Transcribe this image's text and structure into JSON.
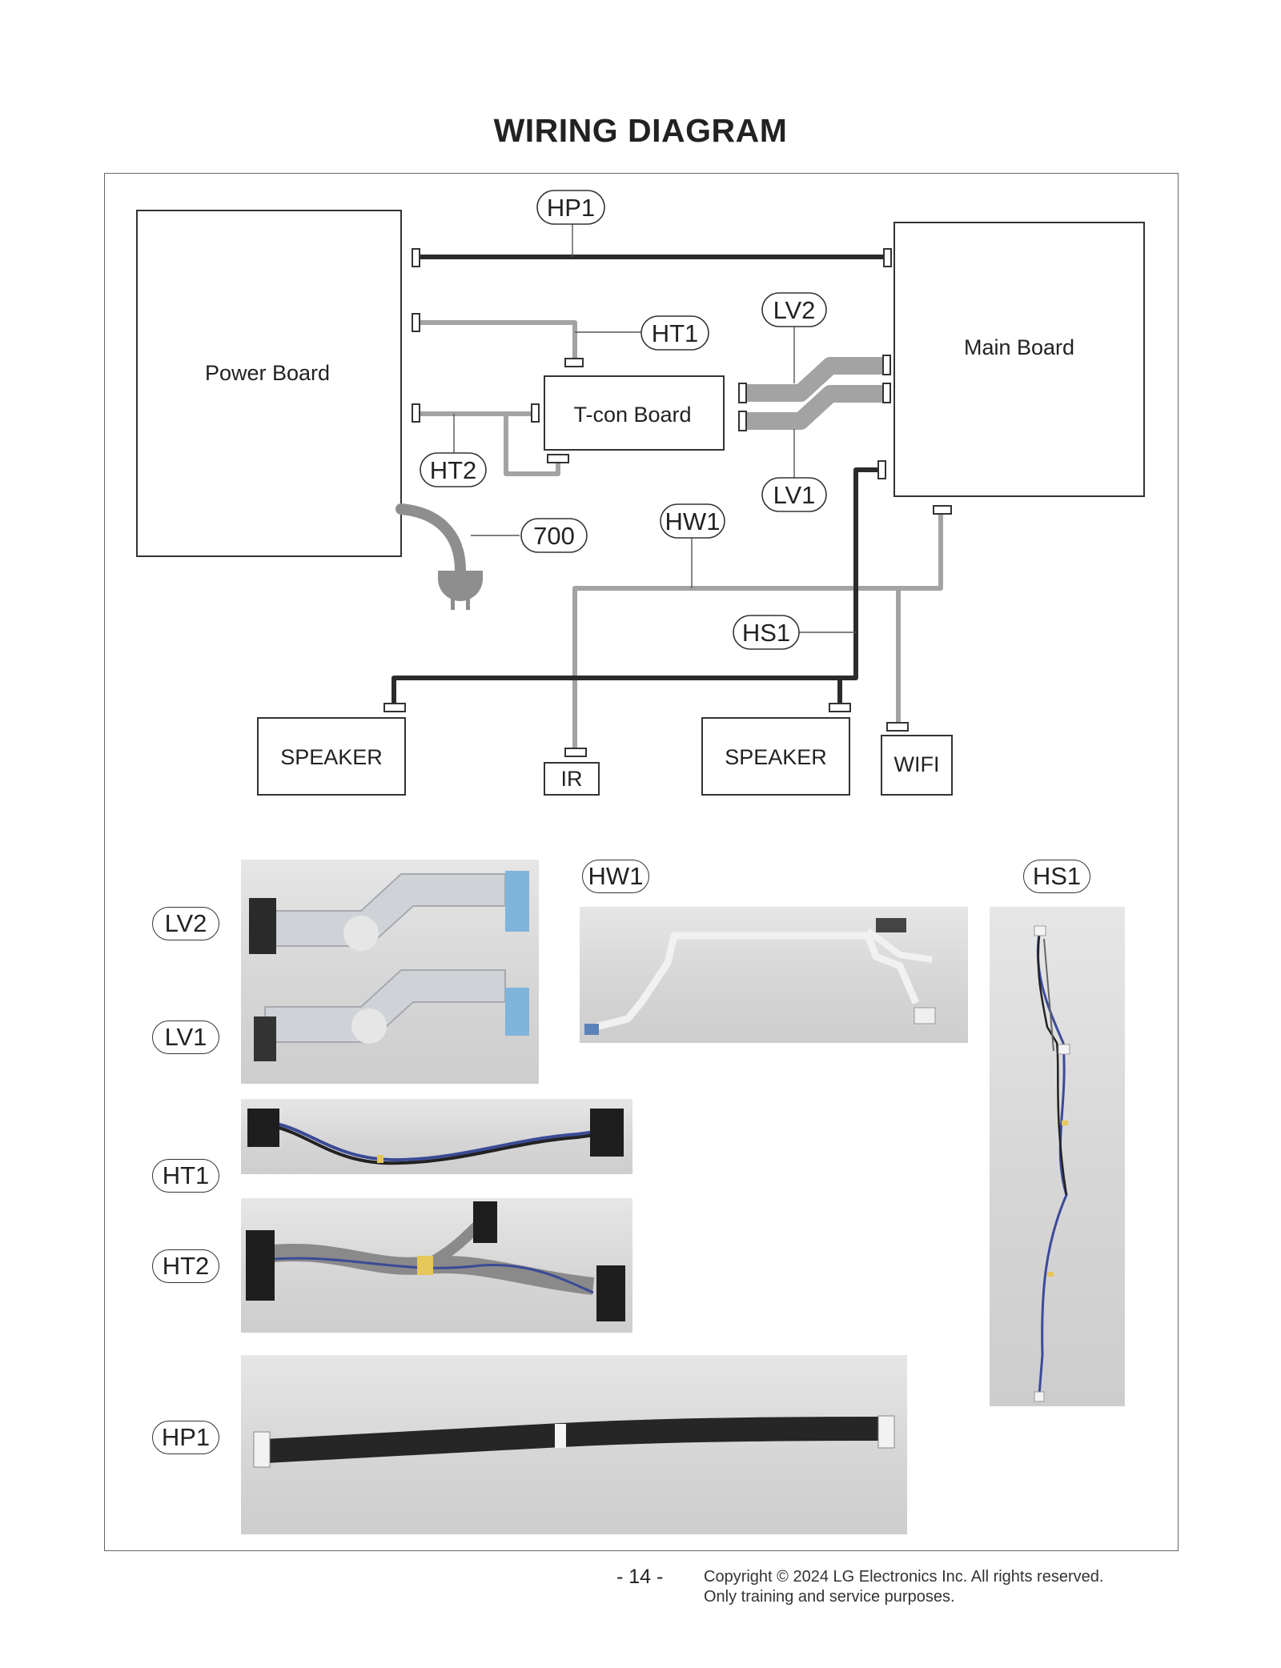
{
  "title": "WIRING DIAGRAM",
  "boards": {
    "power": "Power Board",
    "main": "Main Board",
    "tcon": "T-con Board",
    "speaker_left": "SPEAKER",
    "speaker_right": "SPEAKER",
    "ir": "IR",
    "wifi": "WIFI"
  },
  "cables": {
    "hp1": "HP1",
    "ht1": "HT1",
    "ht2": "HT2",
    "lv1": "LV1",
    "lv2": "LV2",
    "hw1": "HW1",
    "hs1": "HS1",
    "power_cord": "700"
  },
  "photo_labels": {
    "lv2": "LV2",
    "lv1": "LV1",
    "ht1": "HT1",
    "ht2": "HT2",
    "hp1": "HP1",
    "hw1": "HW1",
    "hs1": "HS1"
  },
  "colors": {
    "black_cable": "#2b2b2b",
    "gray_cable": "#a3a3a3",
    "photo_background": "#d9d9d9"
  },
  "footer": {
    "page_number": "- 14 -",
    "copyright_line1": "Copyright © 2024 LG Electronics Inc. All rights reserved.",
    "copyright_line2": "Only training and service purposes."
  }
}
